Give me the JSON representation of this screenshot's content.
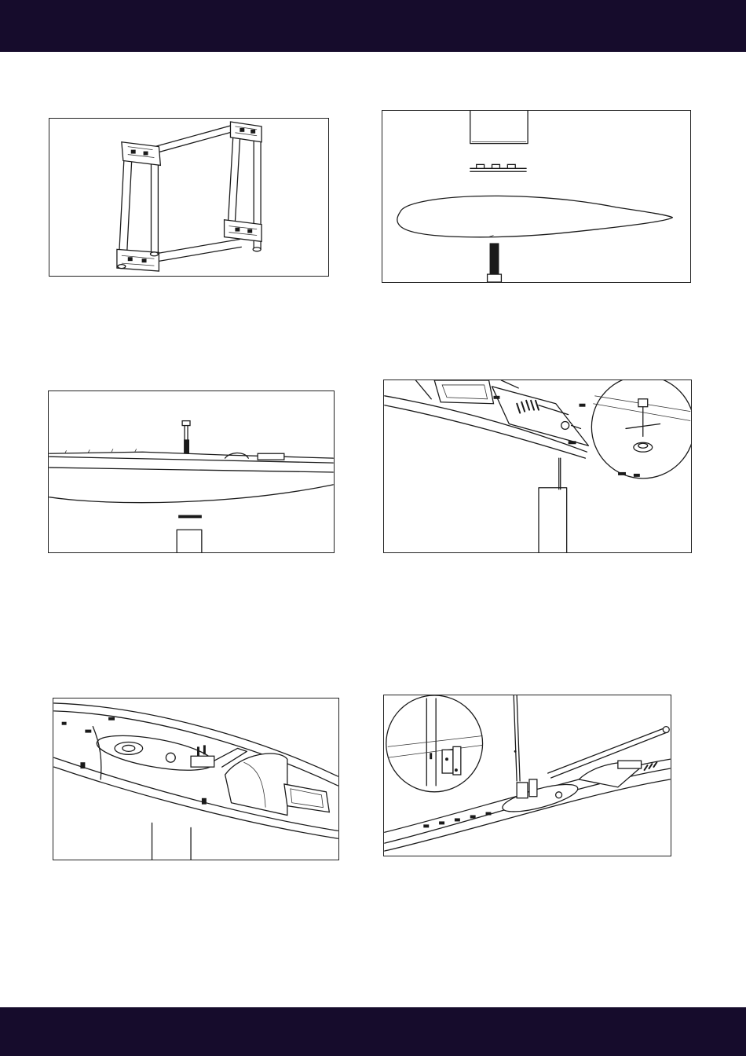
{
  "colors": {
    "band": "#160c2c",
    "line": "#1a1a1a",
    "page": "#ffffff"
  },
  "figures": [
    {
      "id": "stand-frame",
      "icon": "boat-stand-frame-illustration"
    },
    {
      "id": "keel-fin-profile",
      "icon": "keel-fin-profile-illustration"
    },
    {
      "id": "hull-keel-bolt",
      "icon": "hull-keel-bolt-illustration"
    },
    {
      "id": "rudder-post",
      "icon": "rudder-post-detail-illustration"
    },
    {
      "id": "deck-fittings",
      "icon": "deck-fittings-illustration"
    },
    {
      "id": "mast-installation",
      "icon": "mast-installation-detail-illustration"
    }
  ]
}
